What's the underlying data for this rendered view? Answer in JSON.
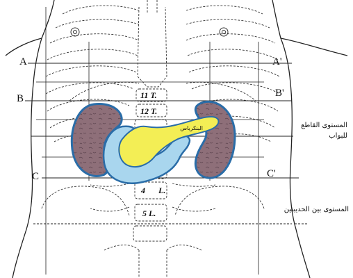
{
  "planes": {
    "a_left": "A",
    "a_right": "A'",
    "b_left": "B",
    "b_right": "B'",
    "c_left": "C",
    "c_right": "C'"
  },
  "vertebrae": {
    "t11": "11 T.",
    "t12": "12 T.",
    "l4": "4",
    "l4_suffix": "L.",
    "l5": "5 L."
  },
  "labels": {
    "transpyloric_line1": "المستوى القاطع",
    "transpyloric_line2": "للبواب",
    "intertubercular": "المستوى بين الحديبتين",
    "pancreas": "البنكرياس"
  },
  "colors": {
    "kidney_fill": "#8e6f79",
    "kidney_stroke": "#2a6da8",
    "duodenum_fill": "#a9d6ee",
    "pancreas_fill": "#f3ee55",
    "line": "#222222"
  }
}
